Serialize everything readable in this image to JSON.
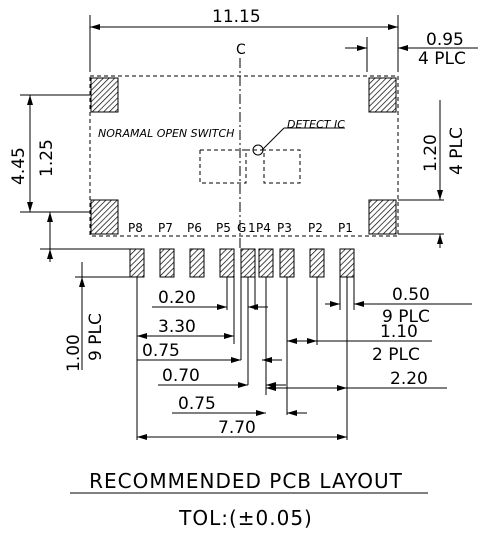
{
  "drawing": {
    "overall_width": "11.15",
    "corner_pad_size": "0.95",
    "corner_pad_count": "4 PLC",
    "height_total": "4.45",
    "height_inner": "1.25",
    "corner_pad_height": "1.20",
    "corner_pad_height_count": "4 PLC",
    "centerline_label": "C",
    "switch_label": "NORAMAL OPEN SWITCH",
    "detect_label": "DETECT IC",
    "pins": [
      "P8",
      "P7",
      "P6",
      "P5",
      "G",
      "1",
      "P4",
      "P3",
      "P2",
      "P1"
    ],
    "pin_pad_height": "1.00",
    "pin_pad_height_count": "9 PLC",
    "dim_020": "0.20",
    "dim_330": "3.30",
    "dim_075a": "0.75",
    "dim_070": "0.70",
    "dim_075b": "0.75",
    "dim_770": "7.70",
    "dim_050": "0.50",
    "dim_050_count": "9 PLC",
    "dim_110": "1.10",
    "dim_110_count": "2 PLC",
    "dim_220": "2.20",
    "title": "RECOMMENDED PCB LAYOUT",
    "tolerance": "TOL:(±0.05)"
  }
}
